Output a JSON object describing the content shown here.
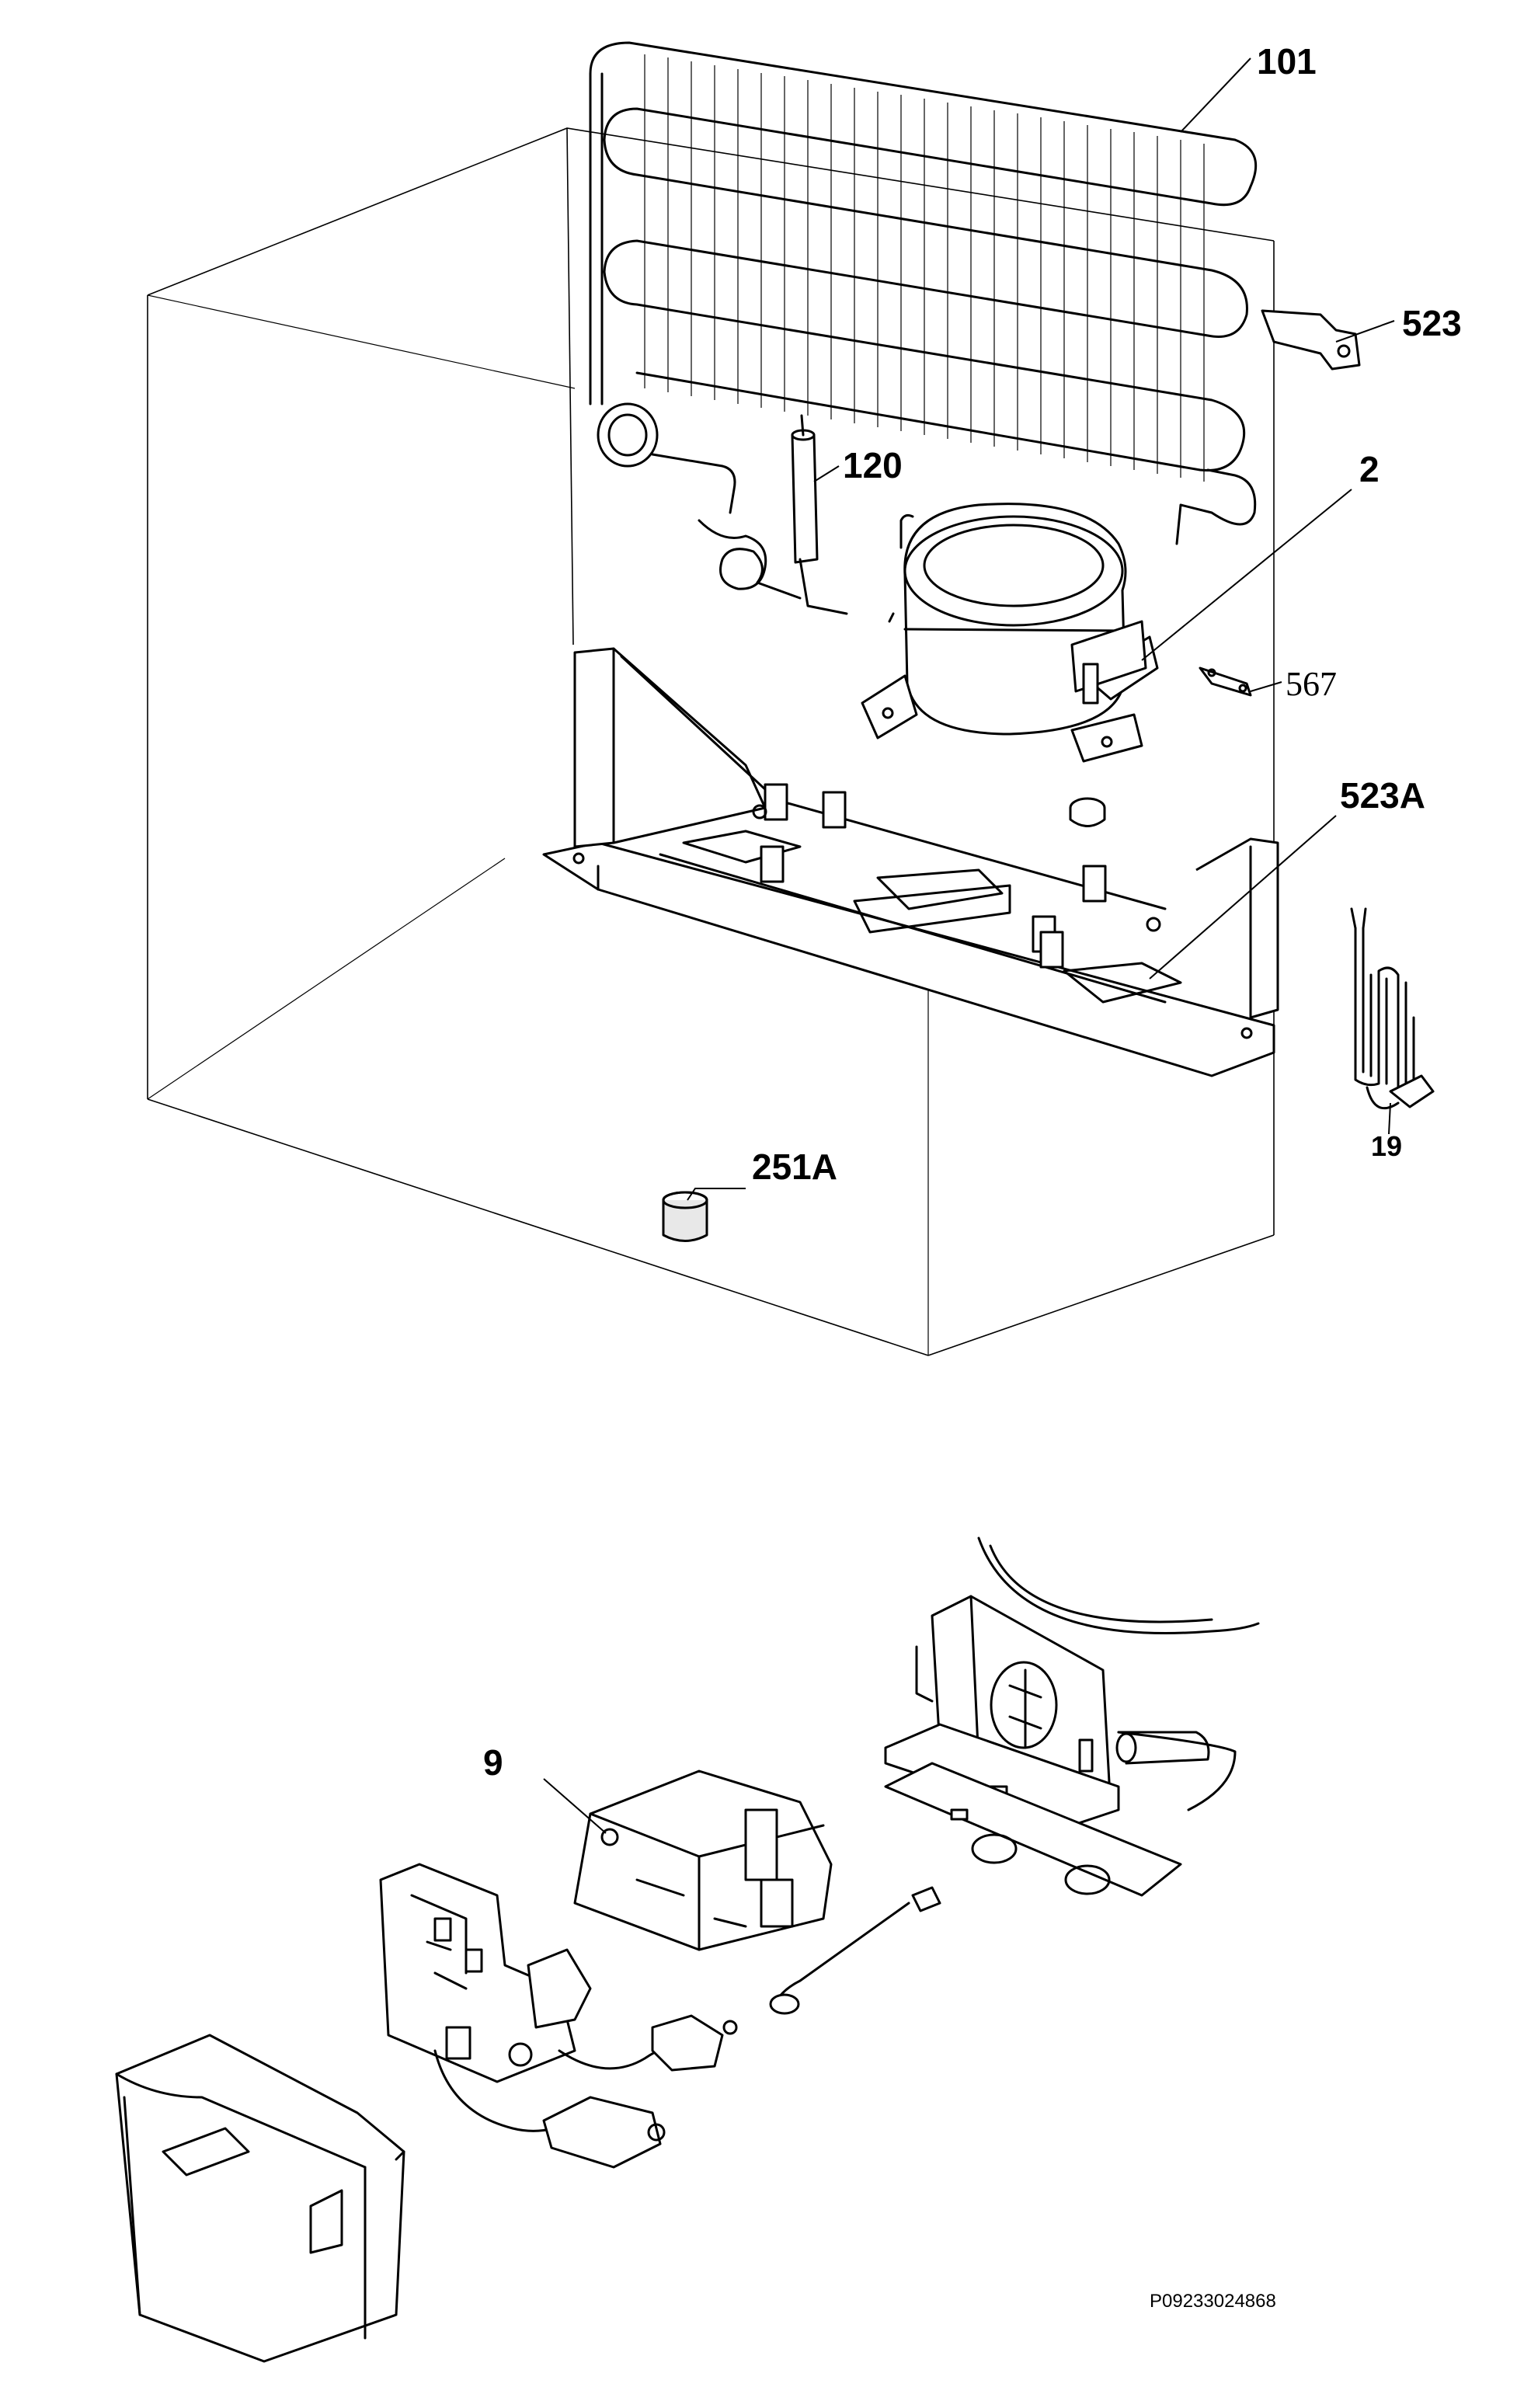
{
  "parts": {
    "condenser": "101",
    "bracket": "523",
    "filter_drier": "120",
    "compressor": "2",
    "clip": "567",
    "base_frame": "523A",
    "heater_cable": "19",
    "grommet": "251A",
    "relay": "9"
  },
  "drawing_number": "P09233024868"
}
